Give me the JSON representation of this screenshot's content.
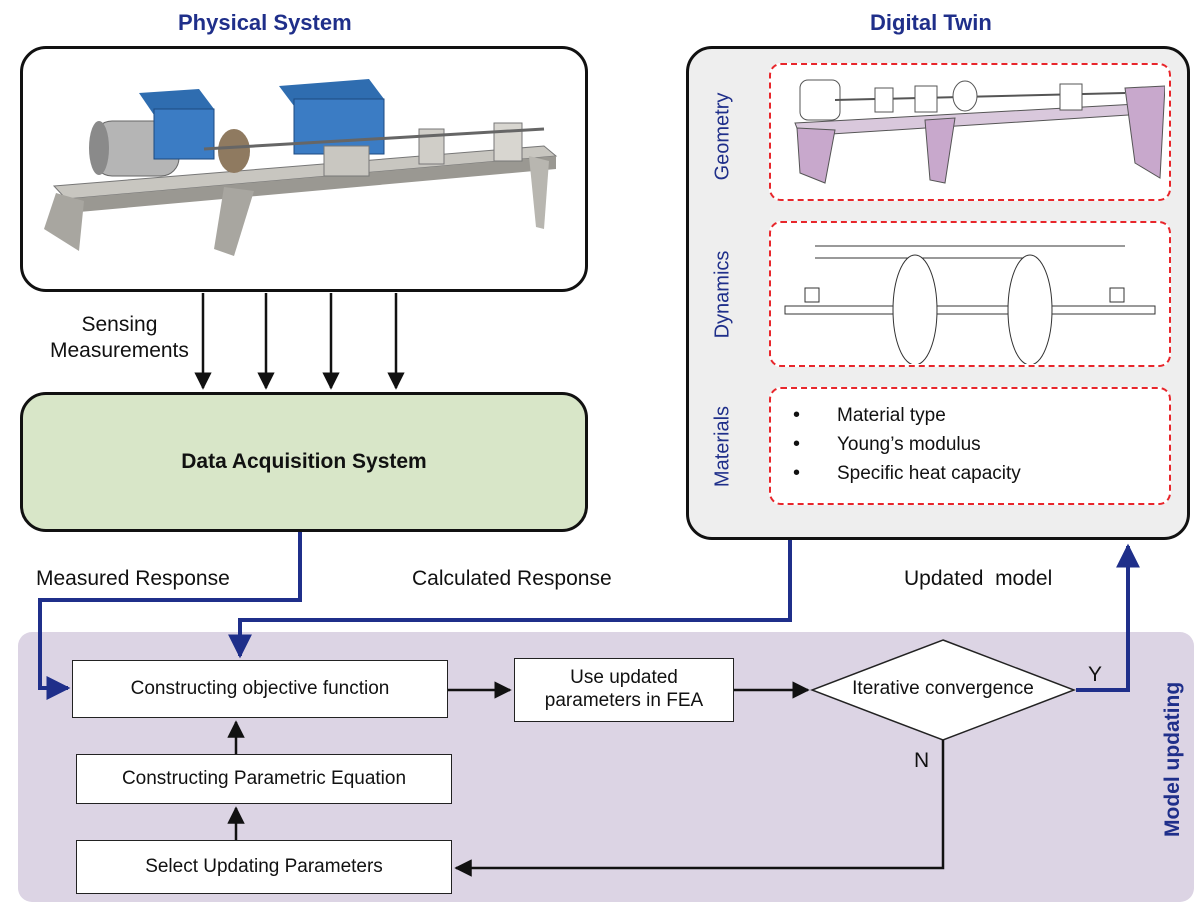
{
  "physical": {
    "title": "Physical System"
  },
  "twin": {
    "title": "Digital Twin"
  },
  "sensing": {
    "line1": "Sensing",
    "line2": "Measurements"
  },
  "daq": {
    "label": "Data Acquisition System"
  },
  "responses": {
    "measured": "Measured Response",
    "calculated": "Calculated Response",
    "updated": "Updated  model"
  },
  "twin_sections": {
    "geometry": "Geometry",
    "dynamics": "Dynamics",
    "materials": "Materials",
    "material_items": [
      "Material type",
      "Young’s modulus",
      "Specific heat capacity"
    ]
  },
  "updating": {
    "title": "Model updating",
    "objective": "Constructing objective function",
    "use_params": "Use updated parameters in FEA",
    "convergence": "Iterative convergence",
    "yes": "Y",
    "no": "N",
    "param_eq": "Constructing Parametric Equation",
    "select": "Select Updating Parameters"
  },
  "colors": {
    "accent": "#1f2f8a",
    "daq_fill": "#d8e6c8",
    "panel_fill": "#dcd4e4",
    "dash": "#e8262b",
    "twin_fill": "#eeeeee"
  }
}
